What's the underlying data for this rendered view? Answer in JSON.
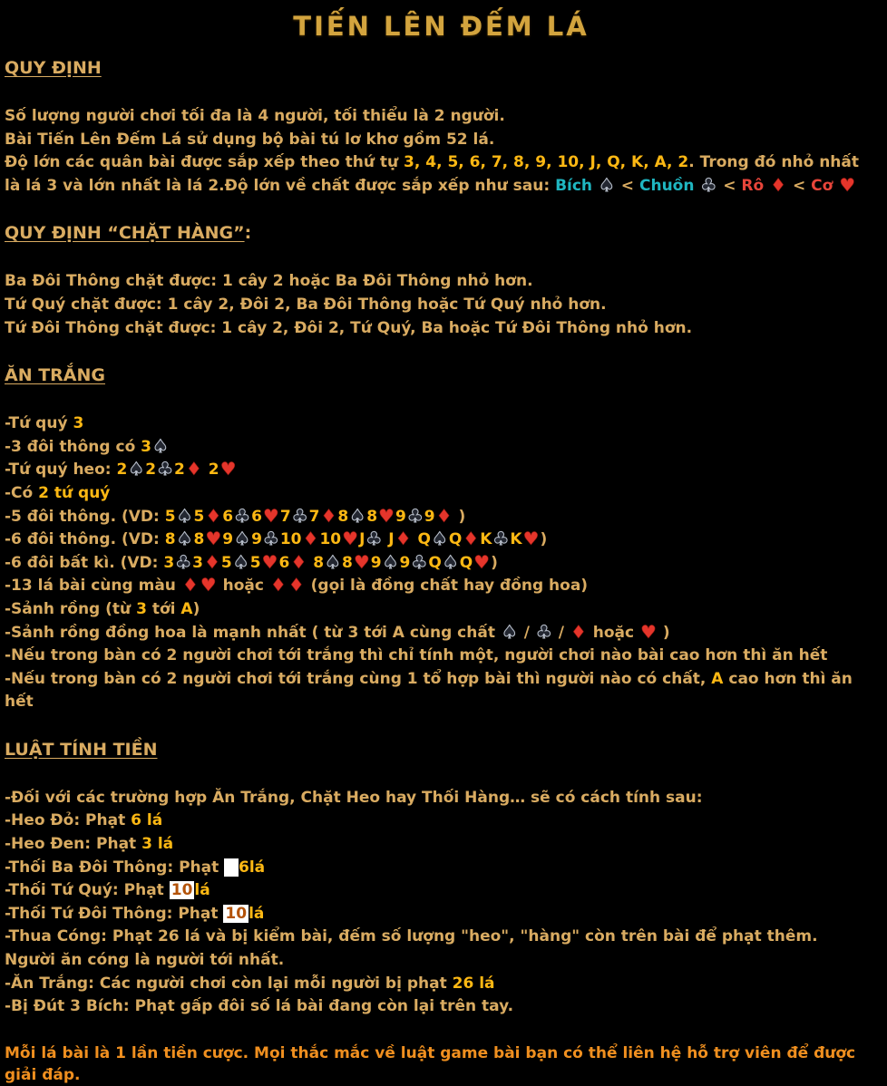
{
  "title": "TIẾN LÊN ĐẾM LÁ",
  "colors": {
    "bg": "#000000",
    "gold": "#d9ab61",
    "yellow": "#fdb813",
    "cyan": "#1fb6c1",
    "red": "#e8453a",
    "orange": "#ef8f1f",
    "title-gold": "#d3a43e",
    "suit-dark": "#232731",
    "suit-dark-edge": "#b9c0cc",
    "suit-red": "#e5352b",
    "hl-bg": "#ffffff",
    "hl-text": "#b35309"
  },
  "icons": {
    "spade": "♠",
    "club": "♣",
    "diamond": "♦",
    "heart": "♥"
  },
  "sections": [
    {
      "heading": "QUY ĐỊNH",
      "suffix": "",
      "lines": [
        [
          {
            "t": "Số lượng người chơi tối đa là 4 người, tối thiểu là 2 người.",
            "s": "n"
          }
        ],
        [
          {
            "t": "Bài Tiến Lên Đếm Lá sử dụng bộ bài tú lơ khơ gồm 52 lá.",
            "s": "n"
          }
        ],
        [
          {
            "t": "Độ lớn các quân bài được sắp xếp theo thứ tự ",
            "s": "n"
          },
          {
            "t": "3, 4, 5, 6, 7, 8, 9, 10, J, Q, K, A, 2",
            "s": "y"
          },
          {
            "t": ". Trong đó nhỏ nhất là lá 3 và lớn nhất là lá 2.Độ lớn về chất được sắp xếp như sau: ",
            "s": "n"
          },
          {
            "t": "Bích ",
            "s": "c"
          },
          {
            "i": "spade"
          },
          {
            "t": " < ",
            "s": "n"
          },
          {
            "t": "Chuồn ",
            "s": "c"
          },
          {
            "i": "club"
          },
          {
            "t": " < ",
            "s": "n"
          },
          {
            "t": "Rô ",
            "s": "r"
          },
          {
            "i": "diamond"
          },
          {
            "t": " < ",
            "s": "n"
          },
          {
            "t": "Cơ ",
            "s": "r"
          },
          {
            "i": "heart"
          }
        ]
      ]
    },
    {
      "heading": "QUY ĐỊNH “CHẶT HÀNG”",
      "suffix": ":",
      "lines": [
        [
          {
            "t": "Ba Đôi Thông chặt được: 1 cây 2 hoặc Ba Đôi Thông nhỏ hơn.",
            "s": "n"
          }
        ],
        [
          {
            "t": "Tứ Quý chặt được: 1 cây 2, Đôi 2, Ba Đôi Thông hoặc Tứ Quý nhỏ hơn.",
            "s": "n"
          }
        ],
        [
          {
            "t": "Tứ Đôi Thông chặt được: 1 cây 2, Đôi 2, Tứ Quý, Ba hoặc Tứ Đôi Thông nhỏ hơn.",
            "s": "n"
          }
        ]
      ]
    },
    {
      "heading": "ĂN TRẮNG",
      "suffix": "",
      "lines": [
        [
          {
            "t": "-Tứ quý ",
            "s": "n"
          },
          {
            "t": "3",
            "s": "y"
          }
        ],
        [
          {
            "t": "-3 đôi thông có ",
            "s": "n"
          },
          {
            "t": "3",
            "s": "y"
          },
          {
            "i": "spade"
          }
        ],
        [
          {
            "t": "-Tứ quý heo: ",
            "s": "n"
          },
          {
            "t": "2",
            "s": "y"
          },
          {
            "i": "spade"
          },
          {
            "t": "2",
            "s": "y"
          },
          {
            "i": "club"
          },
          {
            "t": "2",
            "s": "y"
          },
          {
            "i": "diamond"
          },
          {
            "t": " ",
            "s": "n"
          },
          {
            "t": "2",
            "s": "y"
          },
          {
            "i": "heart"
          }
        ],
        [
          {
            "t": "-Có ",
            "s": "n"
          },
          {
            "t": "2 tứ quý",
            "s": "y"
          }
        ],
        [
          {
            "t": "-5 đôi thông. (VD: ",
            "s": "n"
          },
          {
            "t": "5",
            "s": "y"
          },
          {
            "i": "spade"
          },
          {
            "t": "5",
            "s": "y"
          },
          {
            "i": "diamond"
          },
          {
            "t": "6",
            "s": "y"
          },
          {
            "i": "club"
          },
          {
            "t": "6",
            "s": "y"
          },
          {
            "i": "heart"
          },
          {
            "t": "7",
            "s": "y"
          },
          {
            "i": "club"
          },
          {
            "t": "7",
            "s": "y"
          },
          {
            "i": "diamond"
          },
          {
            "t": "8",
            "s": "y"
          },
          {
            "i": "spade"
          },
          {
            "t": "8",
            "s": "y"
          },
          {
            "i": "heart"
          },
          {
            "t": "9",
            "s": "y"
          },
          {
            "i": "club"
          },
          {
            "t": "9",
            "s": "y"
          },
          {
            "i": "diamond"
          },
          {
            "t": " )",
            "s": "n"
          }
        ],
        [
          {
            "t": "-6 đôi thông. (VD: ",
            "s": "n"
          },
          {
            "t": "8",
            "s": "y"
          },
          {
            "i": "spade"
          },
          {
            "t": "8",
            "s": "y"
          },
          {
            "i": "heart"
          },
          {
            "t": "9",
            "s": "y"
          },
          {
            "i": "spade"
          },
          {
            "t": "9",
            "s": "y"
          },
          {
            "i": "club"
          },
          {
            "t": "10",
            "s": "y"
          },
          {
            "i": "diamond"
          },
          {
            "t": "10",
            "s": "y"
          },
          {
            "i": "heart"
          },
          {
            "t": "J",
            "s": "y"
          },
          {
            "i": "club"
          },
          {
            "t": " ",
            "s": "n"
          },
          {
            "t": "J",
            "s": "y"
          },
          {
            "i": "diamond"
          },
          {
            "t": "  ",
            "s": "n"
          },
          {
            "t": "Q",
            "s": "y"
          },
          {
            "i": "spade"
          },
          {
            "t": "Q",
            "s": "y"
          },
          {
            "i": "diamond"
          },
          {
            "t": "K",
            "s": "y"
          },
          {
            "i": "club"
          },
          {
            "t": "K",
            "s": "y"
          },
          {
            "i": "heart"
          },
          {
            "t": ")",
            "s": "n"
          }
        ],
        [
          {
            "t": "-6 đôi bất kì. (VD:  ",
            "s": "n"
          },
          {
            "t": "3",
            "s": "y"
          },
          {
            "i": "club"
          },
          {
            "t": "3",
            "s": "y"
          },
          {
            "i": "diamond"
          },
          {
            "t": "5",
            "s": "y"
          },
          {
            "i": "spade"
          },
          {
            "t": "5",
            "s": "y"
          },
          {
            "i": "heart"
          },
          {
            "t": "6",
            "s": "y"
          },
          {
            "i": "diamond"
          },
          {
            "t": " ",
            "s": "n"
          },
          {
            "t": "8",
            "s": "y"
          },
          {
            "i": "spade"
          },
          {
            "t": "8",
            "s": "y"
          },
          {
            "i": "heart"
          },
          {
            "t": "9",
            "s": "y"
          },
          {
            "i": "spade"
          },
          {
            "t": "9",
            "s": "y"
          },
          {
            "i": "club"
          },
          {
            "t": "Q",
            "s": "y"
          },
          {
            "i": "spade"
          },
          {
            "t": "Q",
            "s": "y"
          },
          {
            "i": "heart"
          },
          {
            "t": ")",
            "s": "n"
          }
        ],
        [
          {
            "t": "-13 lá bài cùng màu ",
            "s": "n"
          },
          {
            "i": "diamond"
          },
          {
            "i": "heart"
          },
          {
            "t": " hoặc ",
            "s": "n"
          },
          {
            "i": "diamond"
          },
          {
            "i": "diamond"
          },
          {
            "t": " (gọi là đồng chất hay đồng hoa)",
            "s": "n"
          }
        ],
        [
          {
            "t": "-Sảnh rồng (từ ",
            "s": "n"
          },
          {
            "t": "3",
            "s": "y"
          },
          {
            "t": " tới ",
            "s": "n"
          },
          {
            "t": "A",
            "s": "y"
          },
          {
            "t": ")",
            "s": "n"
          }
        ],
        [
          {
            "t": "-Sảnh rồng đồng hoa là mạnh nhất ( từ 3 tới A cùng chất ",
            "s": "n"
          },
          {
            "i": "spade"
          },
          {
            "t": " / ",
            "s": "n"
          },
          {
            "i": "club"
          },
          {
            "t": "  / ",
            "s": "n"
          },
          {
            "i": "diamond"
          },
          {
            "t": "  hoặc  ",
            "s": "n"
          },
          {
            "i": "heart"
          },
          {
            "t": " )",
            "s": "n"
          }
        ],
        [
          {
            "t": "-Nếu trong bàn có 2 người chơi tới trắng thì chỉ tính một, người chơi nào bài cao hơn thì ăn hết",
            "s": "n"
          }
        ],
        [
          {
            "t": "-Nếu trong bàn có 2 người chơi tới trắng cùng 1 tổ hợp bài thì người nào có chất, ",
            "s": "n"
          },
          {
            "t": "A",
            "s": "y"
          },
          {
            "t": " cao hơn thì ăn hết",
            "s": "n"
          }
        ]
      ]
    },
    {
      "heading": "LUẬT TÍNH TIỀN",
      "suffix": "",
      "lines": [
        [
          {
            "t": "-Đối với các trường hợp Ăn Trắng, Chặt Heo hay Thối Hàng… sẽ có cách tính sau:",
            "s": "n"
          }
        ],
        [
          {
            "t": "-Heo Đỏ: Phạt ",
            "s": "n"
          },
          {
            "t": "6 lá",
            "s": "y"
          }
        ],
        [
          {
            "t": "-Heo Đen: Phạt ",
            "s": "n"
          },
          {
            "t": "3 lá",
            "s": "y"
          }
        ],
        [
          {
            "t": "-Thối Ba Đôi Thông: Phạt ",
            "s": "n"
          },
          {
            "t": "  ",
            "s": "hl"
          },
          {
            "t": "6",
            "s": "y"
          },
          {
            "t": "lá",
            "s": "y"
          }
        ],
        [
          {
            "t": "-Thối Tứ Quý: Phạt ",
            "s": "n"
          },
          {
            "t": "10",
            "s": "hl"
          },
          {
            "t": "lá",
            "s": "y"
          }
        ],
        [
          {
            "t": "-Thối Tứ Đôi Thông: Phạt ",
            "s": "n"
          },
          {
            "t": "10",
            "s": "hl"
          },
          {
            "t": "lá",
            "s": "y"
          }
        ],
        [
          {
            "t": "-Thua Cóng: Phạt 26 lá và bị kiểm bài, đếm số lượng \"heo\", \"hàng\" còn trên bài để phạt thêm.",
            "s": "n"
          }
        ],
        [
          {
            "t": "Người ăn cóng là người tới nhất.",
            "s": "n"
          }
        ],
        [
          {
            "t": "-Ăn Trắng: Các người chơi còn lại mỗi người bị phạt ",
            "s": "n"
          },
          {
            "t": "26 lá",
            "s": "y"
          }
        ],
        [
          {
            "t": "-Bị Đút 3 Bích: Phạt gấp đôi số lá bài đang còn lại trên tay.",
            "s": "n"
          }
        ]
      ]
    }
  ],
  "footer": "Mỗi lá bài là 1 lần tiền cược. Mọi thắc mắc về luật game bài bạn có thể liên hệ hỗ trợ viên để được giải đáp."
}
